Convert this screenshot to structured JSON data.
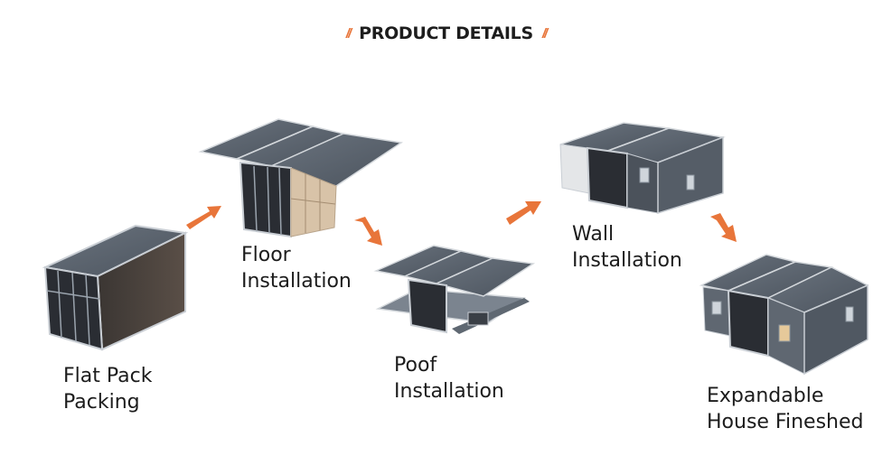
{
  "header": {
    "title": "PRODUCT DETAILS",
    "left_mark": "//",
    "right_mark": "//"
  },
  "steps": [
    {
      "line1": "Flat Pack",
      "line2": "Packing"
    },
    {
      "line1": "Floor",
      "line2": "Installation"
    },
    {
      "line1": "Poof",
      "line2": "Installation"
    },
    {
      "line1": "Wall",
      "line2": "Installation"
    },
    {
      "line1": "Expandable",
      "line2": "House Fineshed"
    }
  ],
  "colors": {
    "accent": "#e8753a",
    "roof": "#59626d",
    "wall_dark": "#2c3037",
    "wood": "#cdb79e"
  }
}
